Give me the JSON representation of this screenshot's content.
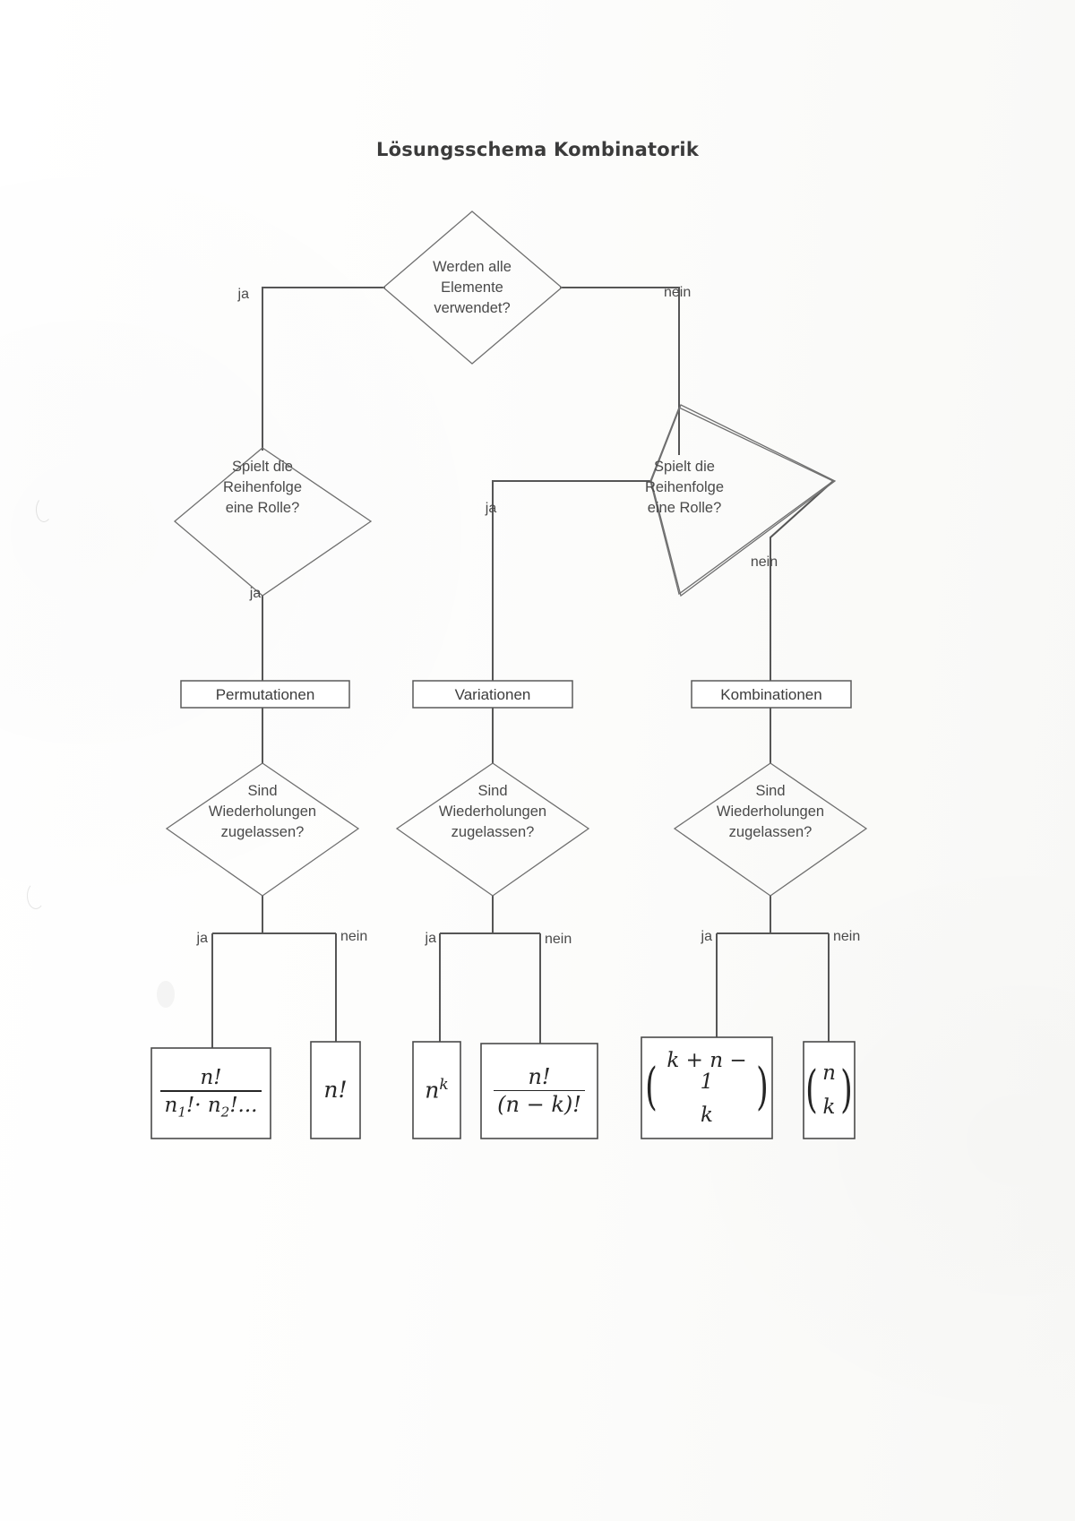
{
  "document": {
    "title": "Lösungsschema Kombinatorik",
    "language": "de",
    "type": "flowchart"
  },
  "chart_data": {
    "type": "diagram",
    "title": "Lösungsschema Kombinatorik",
    "nodes": [
      {
        "id": "d1",
        "shape": "diamond",
        "label": "Werden alle Elemente verwendet?"
      },
      {
        "id": "d2",
        "shape": "diamond",
        "label": "Spielt die Reihenfolge eine Rolle?"
      },
      {
        "id": "d3",
        "shape": "diamond",
        "label": "Spielt die Reihenfolge eine Rolle?"
      },
      {
        "id": "b1",
        "shape": "rect",
        "label": "Permutationen"
      },
      {
        "id": "b2",
        "shape": "rect",
        "label": "Variationen"
      },
      {
        "id": "b3",
        "shape": "rect",
        "label": "Kombinationen"
      },
      {
        "id": "d4",
        "shape": "diamond",
        "label": "Sind Wiederholungen zugelassen?"
      },
      {
        "id": "d5",
        "shape": "diamond",
        "label": "Sind Wiederholungen zugelassen?"
      },
      {
        "id": "d6",
        "shape": "diamond",
        "label": "Sind Wiederholungen zugelassen?"
      },
      {
        "id": "f1",
        "shape": "rect",
        "label": "n! / (n1! · n2! ...)"
      },
      {
        "id": "f2",
        "shape": "rect",
        "label": "n!"
      },
      {
        "id": "f3",
        "shape": "rect",
        "label": "n^k"
      },
      {
        "id": "f4",
        "shape": "rect",
        "label": "n! / (n − k)!"
      },
      {
        "id": "f5",
        "shape": "rect",
        "label": "(k + n − 1 over k)"
      },
      {
        "id": "f6",
        "shape": "rect",
        "label": "(n over k)"
      }
    ],
    "edges": [
      {
        "from": "d1",
        "to": "d2",
        "label": "ja"
      },
      {
        "from": "d1",
        "to": "d3",
        "label": "nein"
      },
      {
        "from": "d2",
        "to": "b1",
        "label": "ja"
      },
      {
        "from": "d3",
        "to": "b2",
        "label": "ja"
      },
      {
        "from": "d3",
        "to": "b3",
        "label": "nein"
      },
      {
        "from": "b1",
        "to": "d4",
        "label": ""
      },
      {
        "from": "b2",
        "to": "d5",
        "label": ""
      },
      {
        "from": "b3",
        "to": "d6",
        "label": ""
      },
      {
        "from": "d4",
        "to": "f1",
        "label": "ja"
      },
      {
        "from": "d4",
        "to": "f2",
        "label": "nein"
      },
      {
        "from": "d5",
        "to": "f3",
        "label": "ja"
      },
      {
        "from": "d5",
        "to": "f4",
        "label": "nein"
      },
      {
        "from": "d6",
        "to": "f5",
        "label": "ja"
      },
      {
        "from": "d6",
        "to": "f6",
        "label": "nein"
      }
    ]
  },
  "decisions": {
    "root": {
      "line1": "Werden alle",
      "line2": "Elemente",
      "line3": "verwendet?"
    },
    "order_left": {
      "line1": "Spielt die",
      "line2": "Reihenfolge",
      "line3": "eine Rolle?"
    },
    "order_right": {
      "line1": "Spielt die",
      "line2": "Reihenfolge",
      "line3": "eine Rolle?"
    },
    "repeat_left": {
      "line1": "Sind",
      "line2": "Wiederholungen",
      "line3": "zugelassen?"
    },
    "repeat_mid": {
      "line1": "Sind",
      "line2": "Wiederholungen",
      "line3": "zugelassen?"
    },
    "repeat_right": {
      "line1": "Sind",
      "line2": "Wiederholungen",
      "line3": "zugelassen?"
    }
  },
  "categories": {
    "permutationen": "Permutationen",
    "variationen": "Variationen",
    "kombinationen": "Kombinationen"
  },
  "edge_labels": {
    "root_yes": "ja",
    "root_no": "nein",
    "left_order_yes": "ja",
    "right_order_yes": "ja",
    "right_order_no": "nein",
    "rep_left_yes": "ja",
    "rep_left_no": "nein",
    "rep_mid_yes": "ja",
    "rep_mid_no": "nein",
    "rep_right_yes": "ja",
    "rep_right_no": "nein"
  },
  "formulas": {
    "perm_with_rep": {
      "numerator": "n!",
      "den_n": "n",
      "den_sub1": "1",
      "den_mid": "!· n",
      "den_sub2": "2",
      "den_tail": "!..."
    },
    "perm_no_rep": {
      "text": "n!"
    },
    "var_with_rep": {
      "base": "n",
      "exponent": "k"
    },
    "var_no_rep": {
      "numerator": "n!",
      "denominator": "(n − k)!"
    },
    "komb_with_rep": {
      "top": "k + n − 1",
      "bottom": "k"
    },
    "komb_no_rep": {
      "top": "n",
      "bottom": "k"
    }
  },
  "colors": {
    "paper": "#fbfbfa",
    "ink": "#3a3a3a",
    "line": "#565656",
    "shape_stroke": "#6f6f6f"
  }
}
